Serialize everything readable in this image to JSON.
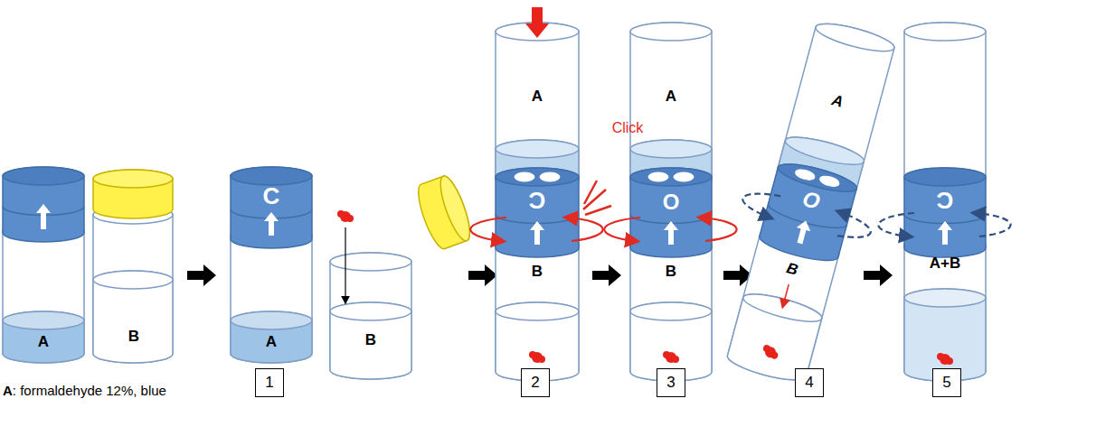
{
  "diagram": {
    "nodes": [
      {
        "text": [
          "1"
        ]
      },
      {
        "text": [
          "2"
        ]
      },
      {
        "text": [
          "3"
        ]
      },
      {
        "text": [
          "4"
        ]
      },
      {
        "text": [
          "5"
        ]
      }
    ],
    "labels": [
      "A",
      "B",
      "C",
      "A",
      "B",
      "A",
      "Ɔ",
      "Click",
      "B",
      "A",
      "O",
      "B",
      "A",
      "O",
      "B",
      "Ɔ",
      "A+B",
      "A",
      ": formaldehyde 12%, blue"
    ]
  }
}
